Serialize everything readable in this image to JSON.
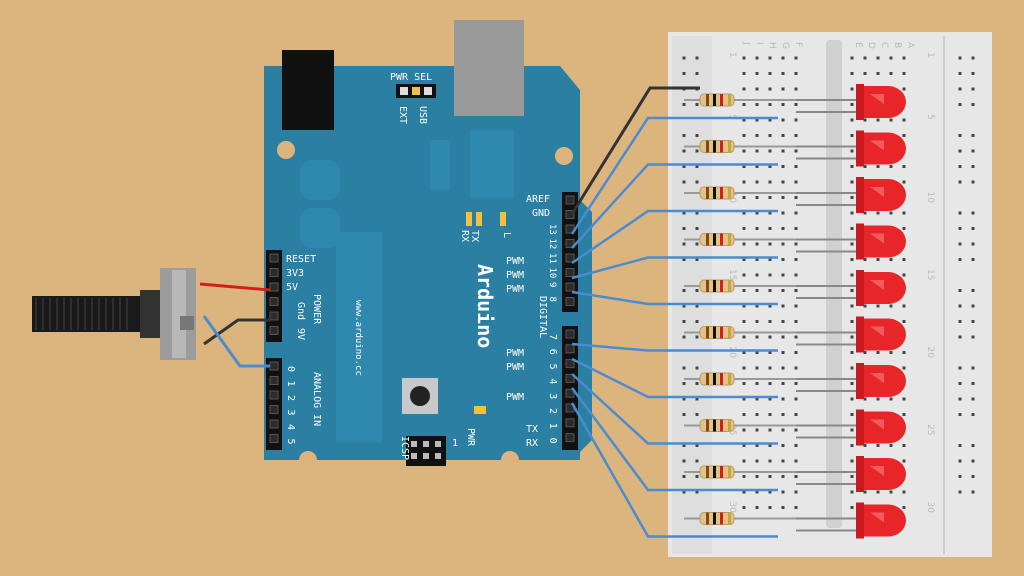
{
  "board": {
    "name": "Arduino",
    "url": "www.arduino.cc",
    "pwr_sel": "PWR SEL",
    "ext": "EXT",
    "usb": "USB",
    "aref": "AREF",
    "gnd": "GND",
    "digital": "DIGITAL",
    "pwm": "PWM",
    "tx_pin": "TX",
    "rx_pin": "RX",
    "led_tx": "TX",
    "led_rx": "RX",
    "led_l": "L",
    "pwr_led": "PWR",
    "icsp": "ICSP",
    "icsp_pin1": "1",
    "reset": "RESET",
    "v3": "3V3",
    "v5": "5V",
    "gnd_short": "Gnd",
    "v9": "9V",
    "power": "POWER",
    "analog_in": "ANALOG IN",
    "analog_pins": [
      "0",
      "1",
      "2",
      "3",
      "4",
      "5"
    ],
    "pins_high": [
      "13",
      "12",
      "11",
      "10",
      "9",
      "8"
    ],
    "pins_low": [
      "7",
      "6",
      "5",
      "4",
      "3",
      "2",
      "1",
      "0"
    ]
  },
  "breadboard": {
    "columns": [
      "J",
      "I",
      "H",
      "G",
      "F",
      "E",
      "D",
      "C",
      "B",
      "A"
    ],
    "row_numbers": [
      "1",
      "5",
      "10",
      "15",
      "20",
      "25",
      "30"
    ],
    "left_row_numbers": [
      "1",
      "5",
      "10",
      "15",
      "20",
      "25",
      "30"
    ]
  },
  "colors": {
    "background": "#dcb57e",
    "board": "#2a7fa3",
    "wire_blue": "#4a8ccf",
    "wire_red": "#d0201c",
    "wire_black": "#333333",
    "led_red": "#e8262a"
  },
  "components": {
    "led_count": 10,
    "resistor_count": 10,
    "potentiometer": "potentiometer"
  }
}
